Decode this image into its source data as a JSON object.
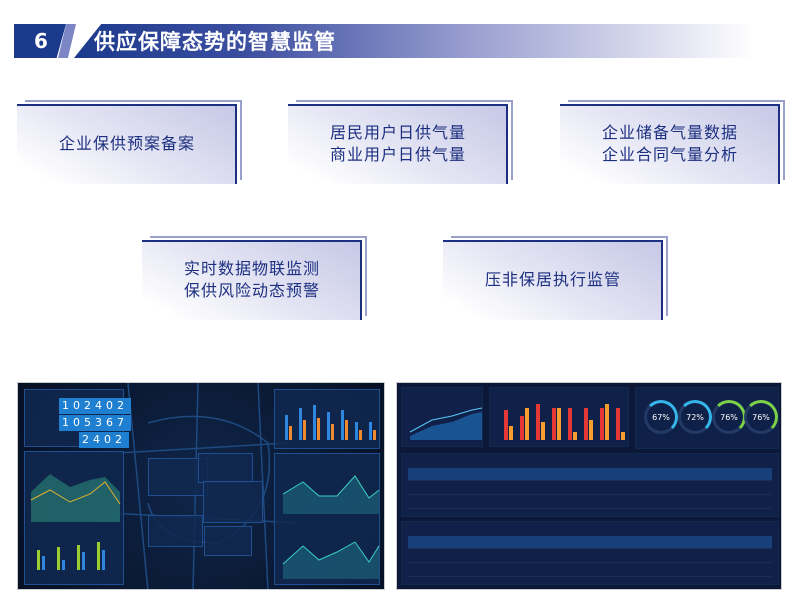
{
  "header": {
    "number": "6",
    "title": "供应保障态势的智慧监管"
  },
  "cards": [
    {
      "lines": [
        "企业保供预案备案"
      ]
    },
    {
      "lines": [
        "居民用户日供气量",
        "商业用户日供气量"
      ]
    },
    {
      "lines": [
        "企业储备气量数据",
        "企业合同气量分析"
      ]
    },
    {
      "lines": [
        "实时数据物联监测",
        "保供风险动态预警"
      ]
    },
    {
      "lines": [
        "压非保居执行监管"
      ]
    }
  ],
  "dashboard_left": {
    "counters": [
      "102402",
      "105367",
      "2402"
    ]
  },
  "dashboard_right": {
    "gauges": [
      "67%",
      "72%",
      "76%",
      "76%"
    ]
  }
}
